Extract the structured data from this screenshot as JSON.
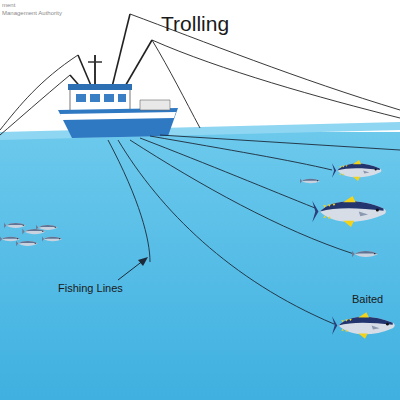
{
  "diagram": {
    "title": "Trolling",
    "labels": [
      "ment",
      "Management Authority",
      "Fishing Lines",
      "Baited"
    ]
  }
}
